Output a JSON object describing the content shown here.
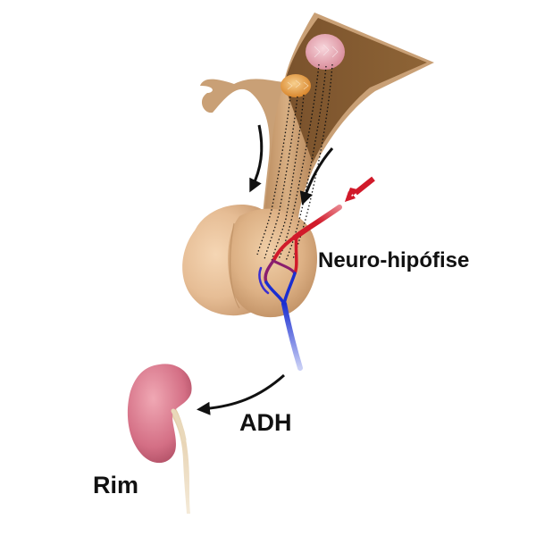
{
  "labels": {
    "neurohypophysis": "Neuro-hipófise",
    "hormone": "ADH",
    "kidney": "Rim"
  },
  "colors": {
    "hypothalamus_dark": "#8a6035",
    "stalk_tan": "#c9a076",
    "gland_light": "#e8c19a",
    "gland_mid": "#d4a57a",
    "nucleus_pink": "#e8aab4",
    "nucleus_orange": "#e8a04a",
    "artery_red": "#d11a2a",
    "vein_blue": "#1a2ed1",
    "kidney_pink": "#d9738a",
    "ureter_cream": "#e6d3b5",
    "arrow_black": "#111111"
  },
  "icons": [
    "hypothalamus-shape",
    "pituitary-gland",
    "blood-vessels",
    "kidney-icon",
    "flow-arrows"
  ]
}
